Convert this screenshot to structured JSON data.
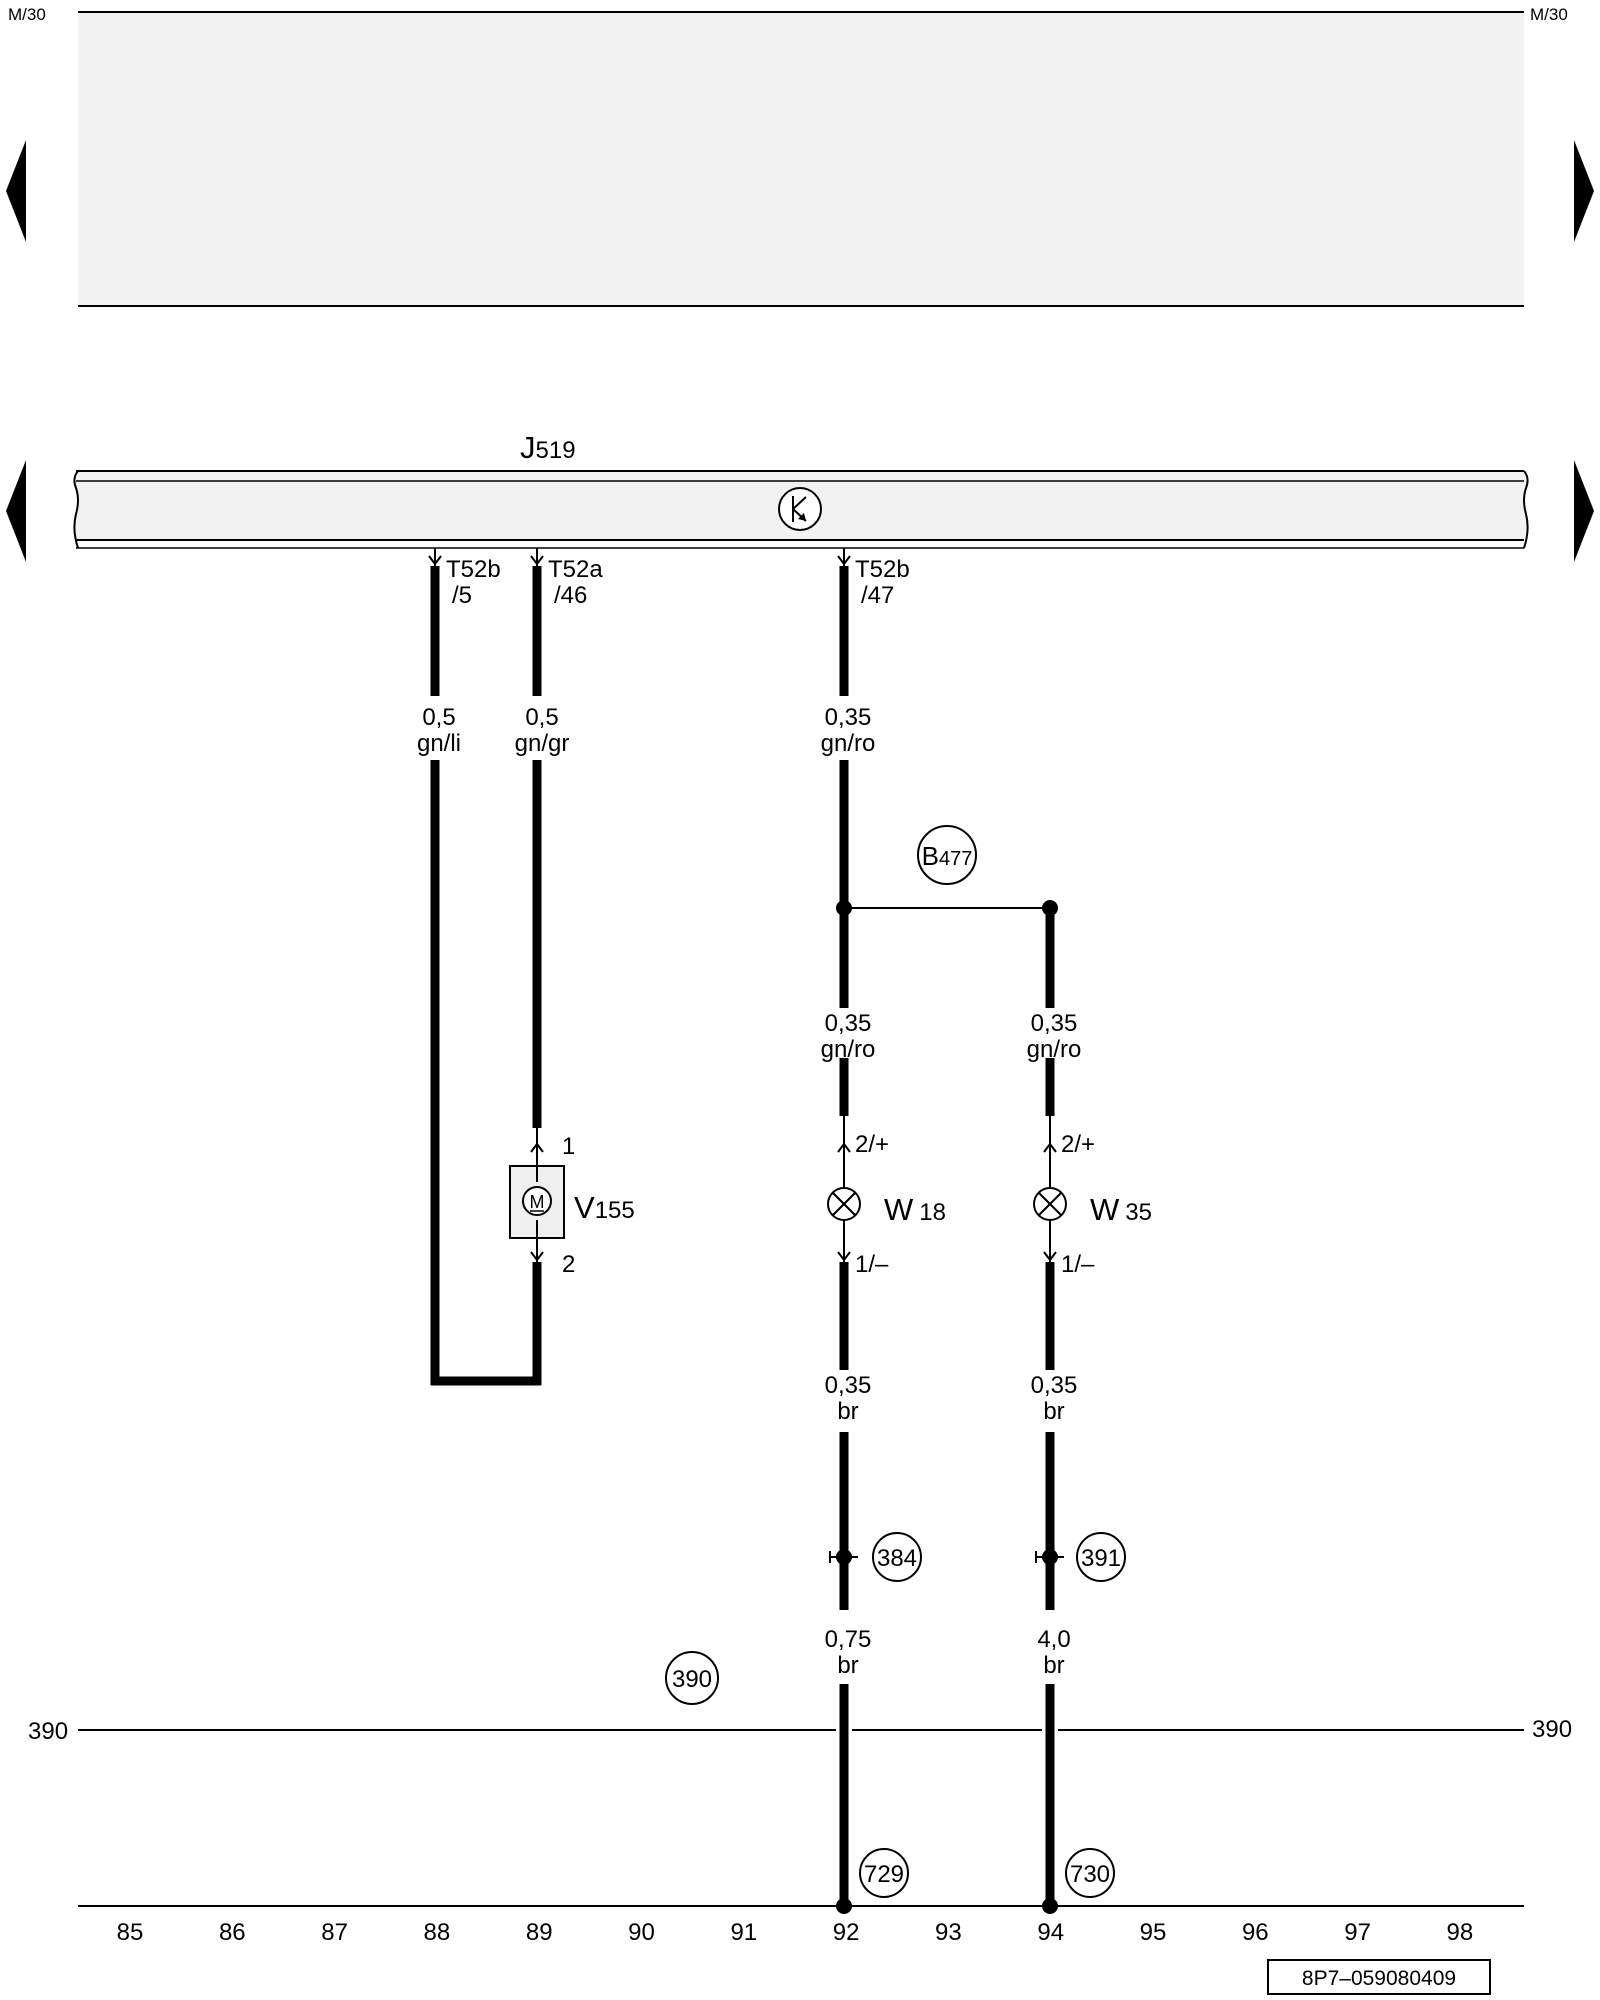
{
  "header": {
    "left_ref": "M/30",
    "right_ref": "M/30"
  },
  "control_unit": {
    "label": "J",
    "sub": "519"
  },
  "connectors": {
    "c1": {
      "l1": "T52b",
      "l2": "/5"
    },
    "c2": {
      "l1": "T52a",
      "l2": "/46"
    },
    "c3": {
      "l1": "T52b",
      "l2": "/47"
    }
  },
  "wires": {
    "w1": {
      "size": "0,5",
      "color": "gn/li"
    },
    "w2": {
      "size": "0,5",
      "color": "gn/gr"
    },
    "w3": {
      "size": "0,35",
      "color": "gn/ro"
    },
    "w4": {
      "size": "0,35",
      "color": "gn/ro"
    },
    "w5": {
      "size": "0,35",
      "color": "gn/ro"
    },
    "w6": {
      "size": "0,35",
      "color": "br"
    },
    "w7": {
      "size": "0,35",
      "color": "br"
    },
    "w8": {
      "size": "0,75",
      "color": "br"
    },
    "w9": {
      "size": "4,0",
      "color": "br"
    }
  },
  "splice": {
    "label": "B",
    "sub": "477"
  },
  "motor": {
    "label": "V",
    "sub": "155",
    "symbol": "M",
    "pin_top": "1",
    "pin_bottom": "2"
  },
  "lamp1": {
    "label": "W",
    "sub": "18",
    "pin_top": "2/+",
    "pin_bottom": "1/–"
  },
  "lamp2": {
    "label": "W",
    "sub": "35",
    "pin_top": "2/+",
    "pin_bottom": "1/–"
  },
  "refs": {
    "r384": "384",
    "r391": "391",
    "r390": "390",
    "r729": "729",
    "r730": "730"
  },
  "ground_line": {
    "left": "390",
    "right": "390"
  },
  "scale": [
    "85",
    "86",
    "87",
    "88",
    "89",
    "90",
    "91",
    "92",
    "93",
    "94",
    "95",
    "96",
    "97",
    "98"
  ],
  "footer": {
    "doc_id": "8P7–059080409"
  }
}
